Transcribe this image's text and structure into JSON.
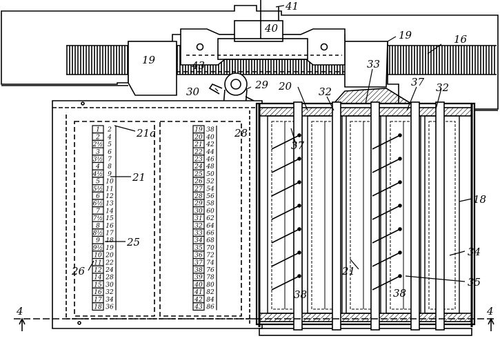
{
  "reference_numerals": {
    "r41": "41",
    "r40": "40",
    "r19a": "19",
    "r19b": "19",
    "r16": "16",
    "r43": "43",
    "r30": "30",
    "r29": "29",
    "r20": "20",
    "r32a": "32",
    "r33": "33",
    "r37a": "37",
    "r32b": "32",
    "r21a_tag": "21a",
    "r21": "21",
    "r28": "28",
    "r37b": "37",
    "r18": "18",
    "r25": "25",
    "r26": "26",
    "r21b": "21",
    "r34": "34",
    "r35": "35",
    "r38a": "38",
    "r38b": "38",
    "r4_left": "4",
    "r4_right": "4"
  },
  "scale_left": [
    [
      "1",
      "2"
    ],
    [
      "2",
      "4"
    ],
    [
      "2½",
      "5"
    ],
    [
      "3",
      "6"
    ],
    [
      "3½",
      "7"
    ],
    [
      "4",
      "8"
    ],
    [
      "4½",
      "9"
    ],
    [
      "5",
      "10"
    ],
    [
      "5½",
      "11"
    ],
    [
      "6",
      "12"
    ],
    [
      "6½",
      "13"
    ],
    [
      "7",
      "14"
    ],
    [
      "7½",
      "15"
    ],
    [
      "8",
      "16"
    ],
    [
      "8½",
      "17"
    ],
    [
      "9",
      "18"
    ],
    [
      "9½",
      "19"
    ],
    [
      "10",
      "20"
    ],
    [
      "11",
      "22"
    ],
    [
      "12",
      "24"
    ],
    [
      "14",
      "28"
    ],
    [
      "15",
      "30"
    ],
    [
      "16",
      "32"
    ],
    [
      "17",
      "34"
    ],
    [
      "18",
      "36"
    ]
  ],
  "scale_right": [
    [
      "19",
      "38"
    ],
    [
      "20",
      "40"
    ],
    [
      "21",
      "42"
    ],
    [
      "22",
      "44"
    ],
    [
      "23",
      "46"
    ],
    [
      "24",
      "48"
    ],
    [
      "25",
      "50"
    ],
    [
      "26",
      "52"
    ],
    [
      "27",
      "54"
    ],
    [
      "28",
      "56"
    ],
    [
      "29",
      "58"
    ],
    [
      "30",
      "60"
    ],
    [
      "31",
      "62"
    ],
    [
      "32",
      "64"
    ],
    [
      "33",
      "66"
    ],
    [
      "34",
      "68"
    ],
    [
      "35",
      "70"
    ],
    [
      "36",
      "72"
    ],
    [
      "37",
      "74"
    ],
    [
      "38",
      "76"
    ],
    [
      "39",
      "78"
    ],
    [
      "40",
      "80"
    ],
    [
      "41",
      "82"
    ],
    [
      "42",
      "84"
    ],
    [
      "43",
      "86"
    ]
  ]
}
